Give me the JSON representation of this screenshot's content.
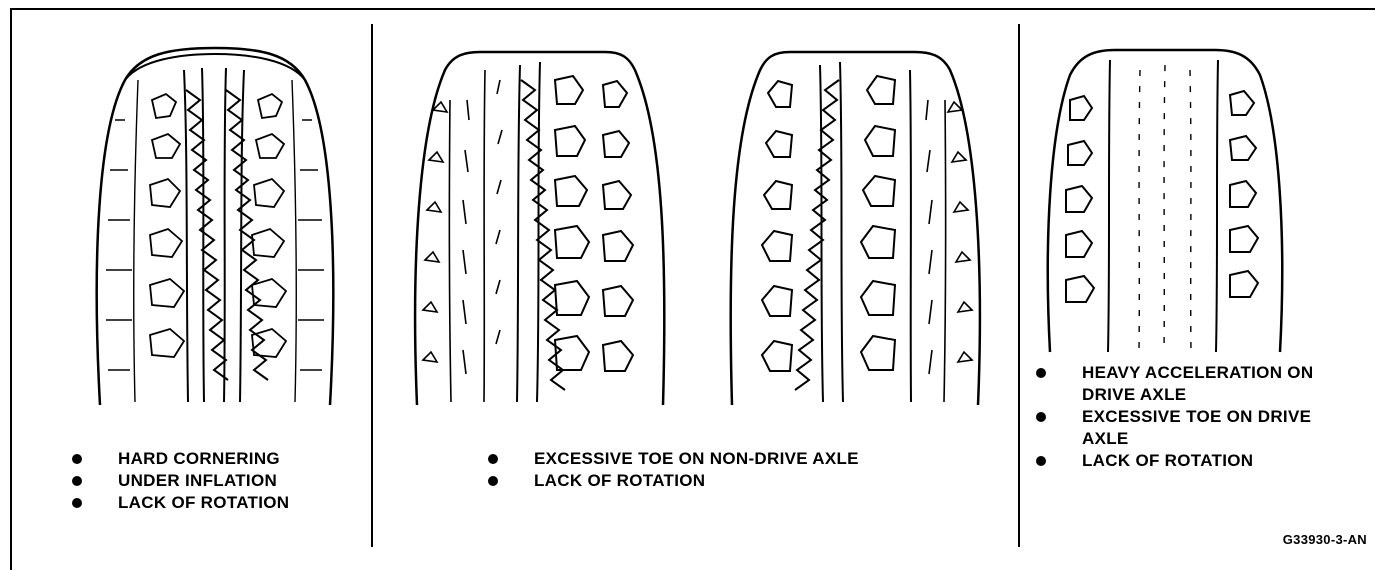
{
  "panels": [
    {
      "id": "left",
      "causes": [
        "HARD CORNERING",
        "UNDER INFLATION",
        "LACK OF ROTATION"
      ]
    },
    {
      "id": "middle",
      "causes": [
        "EXCESSIVE TOE ON NON-DRIVE AXLE",
        "LACK OF ROTATION"
      ]
    },
    {
      "id": "right",
      "causes": [
        "HEAVY ACCELERATION ON DRIVE AXLE",
        "EXCESSIVE TOE ON DRIVE AXLE",
        "LACK OF ROTATION"
      ]
    }
  ],
  "figure_id": "G33930-3-AN"
}
